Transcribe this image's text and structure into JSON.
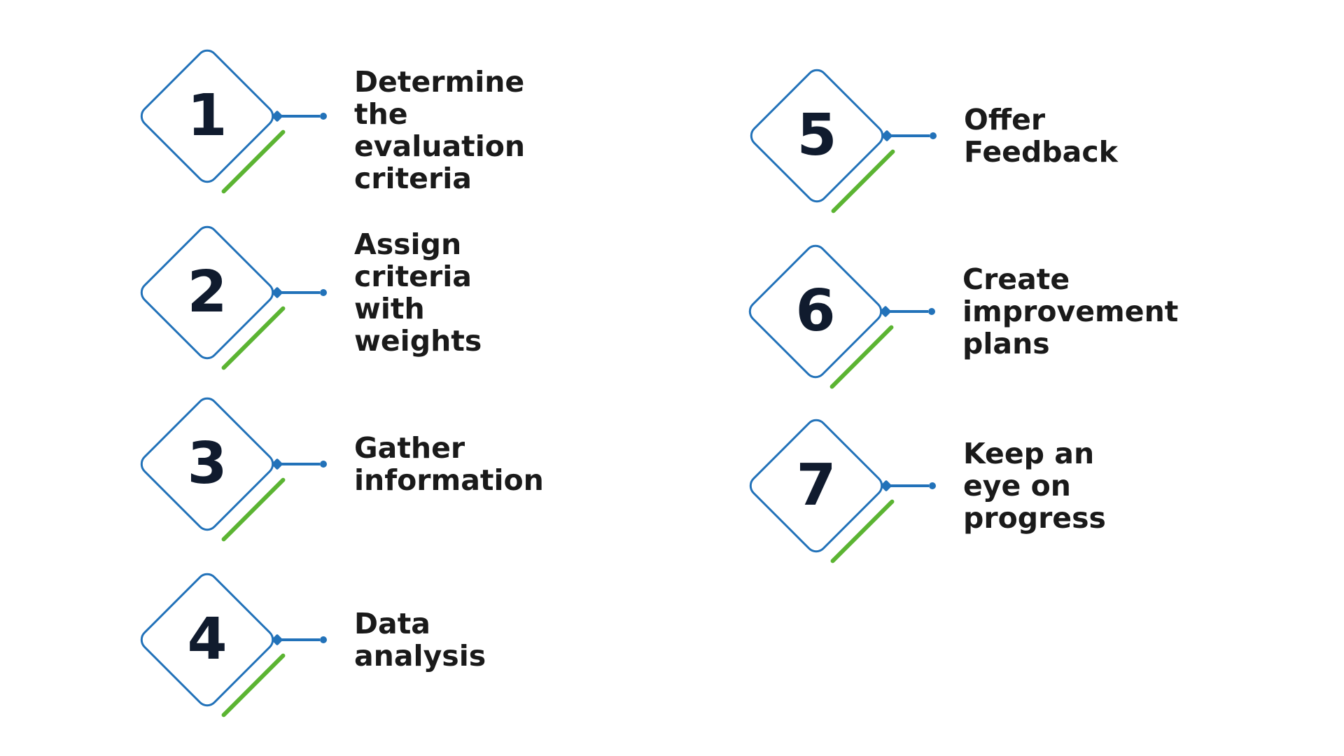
{
  "colors": {
    "blue": "#2272b9",
    "green": "#5bb432",
    "number": "#101b2e",
    "text": "#1a1a1a",
    "bg": "#ffffff"
  },
  "steps": [
    {
      "number": "1",
      "label": "Determine the\nevaluation\ncriteria"
    },
    {
      "number": "2",
      "label": "Assign criteria\nwith weights"
    },
    {
      "number": "3",
      "label": "Gather\ninformation"
    },
    {
      "number": "4",
      "label": "Data analysis"
    },
    {
      "number": "5",
      "label": "Offer\nFeedback"
    },
    {
      "number": "6",
      "label": "Create improvement\nplans"
    },
    {
      "number": "7",
      "label": "Keep an eye on\nprogress"
    }
  ]
}
